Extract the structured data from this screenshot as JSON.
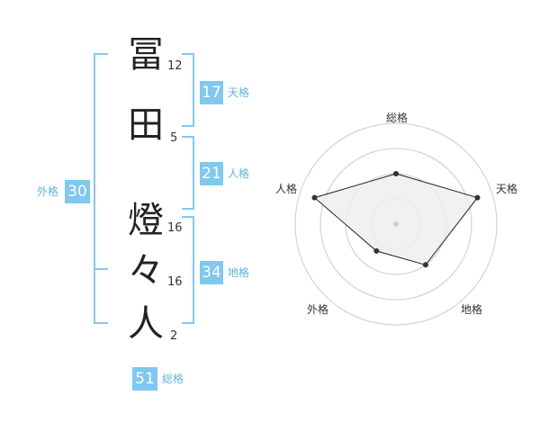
{
  "name": {
    "characters": [
      "冨",
      "田",
      "燈",
      "々",
      "人"
    ],
    "strokes": [
      "12",
      "5",
      "16",
      "16",
      "2"
    ]
  },
  "kakusu": {
    "tenkaku": {
      "value": "17",
      "label": "天格"
    },
    "jinkaku": {
      "value": "21",
      "label": "人格"
    },
    "chikaku": {
      "value": "34",
      "label": "地格"
    },
    "gaikaku": {
      "value": "30",
      "label": "外格"
    },
    "soukaku": {
      "value": "51",
      "label": "総格"
    }
  },
  "chart_data": {
    "type": "radar",
    "axes": [
      "総格",
      "天格",
      "地格",
      "外格",
      "人格"
    ],
    "values": [
      0.5,
      0.85,
      0.5,
      0.33,
      0.85
    ],
    "range": [
      0,
      1
    ],
    "rings": 4,
    "colors": {
      "fill": "#eeeeee",
      "line": "#222222",
      "point": "#333333",
      "ring": "#cccccc"
    }
  }
}
